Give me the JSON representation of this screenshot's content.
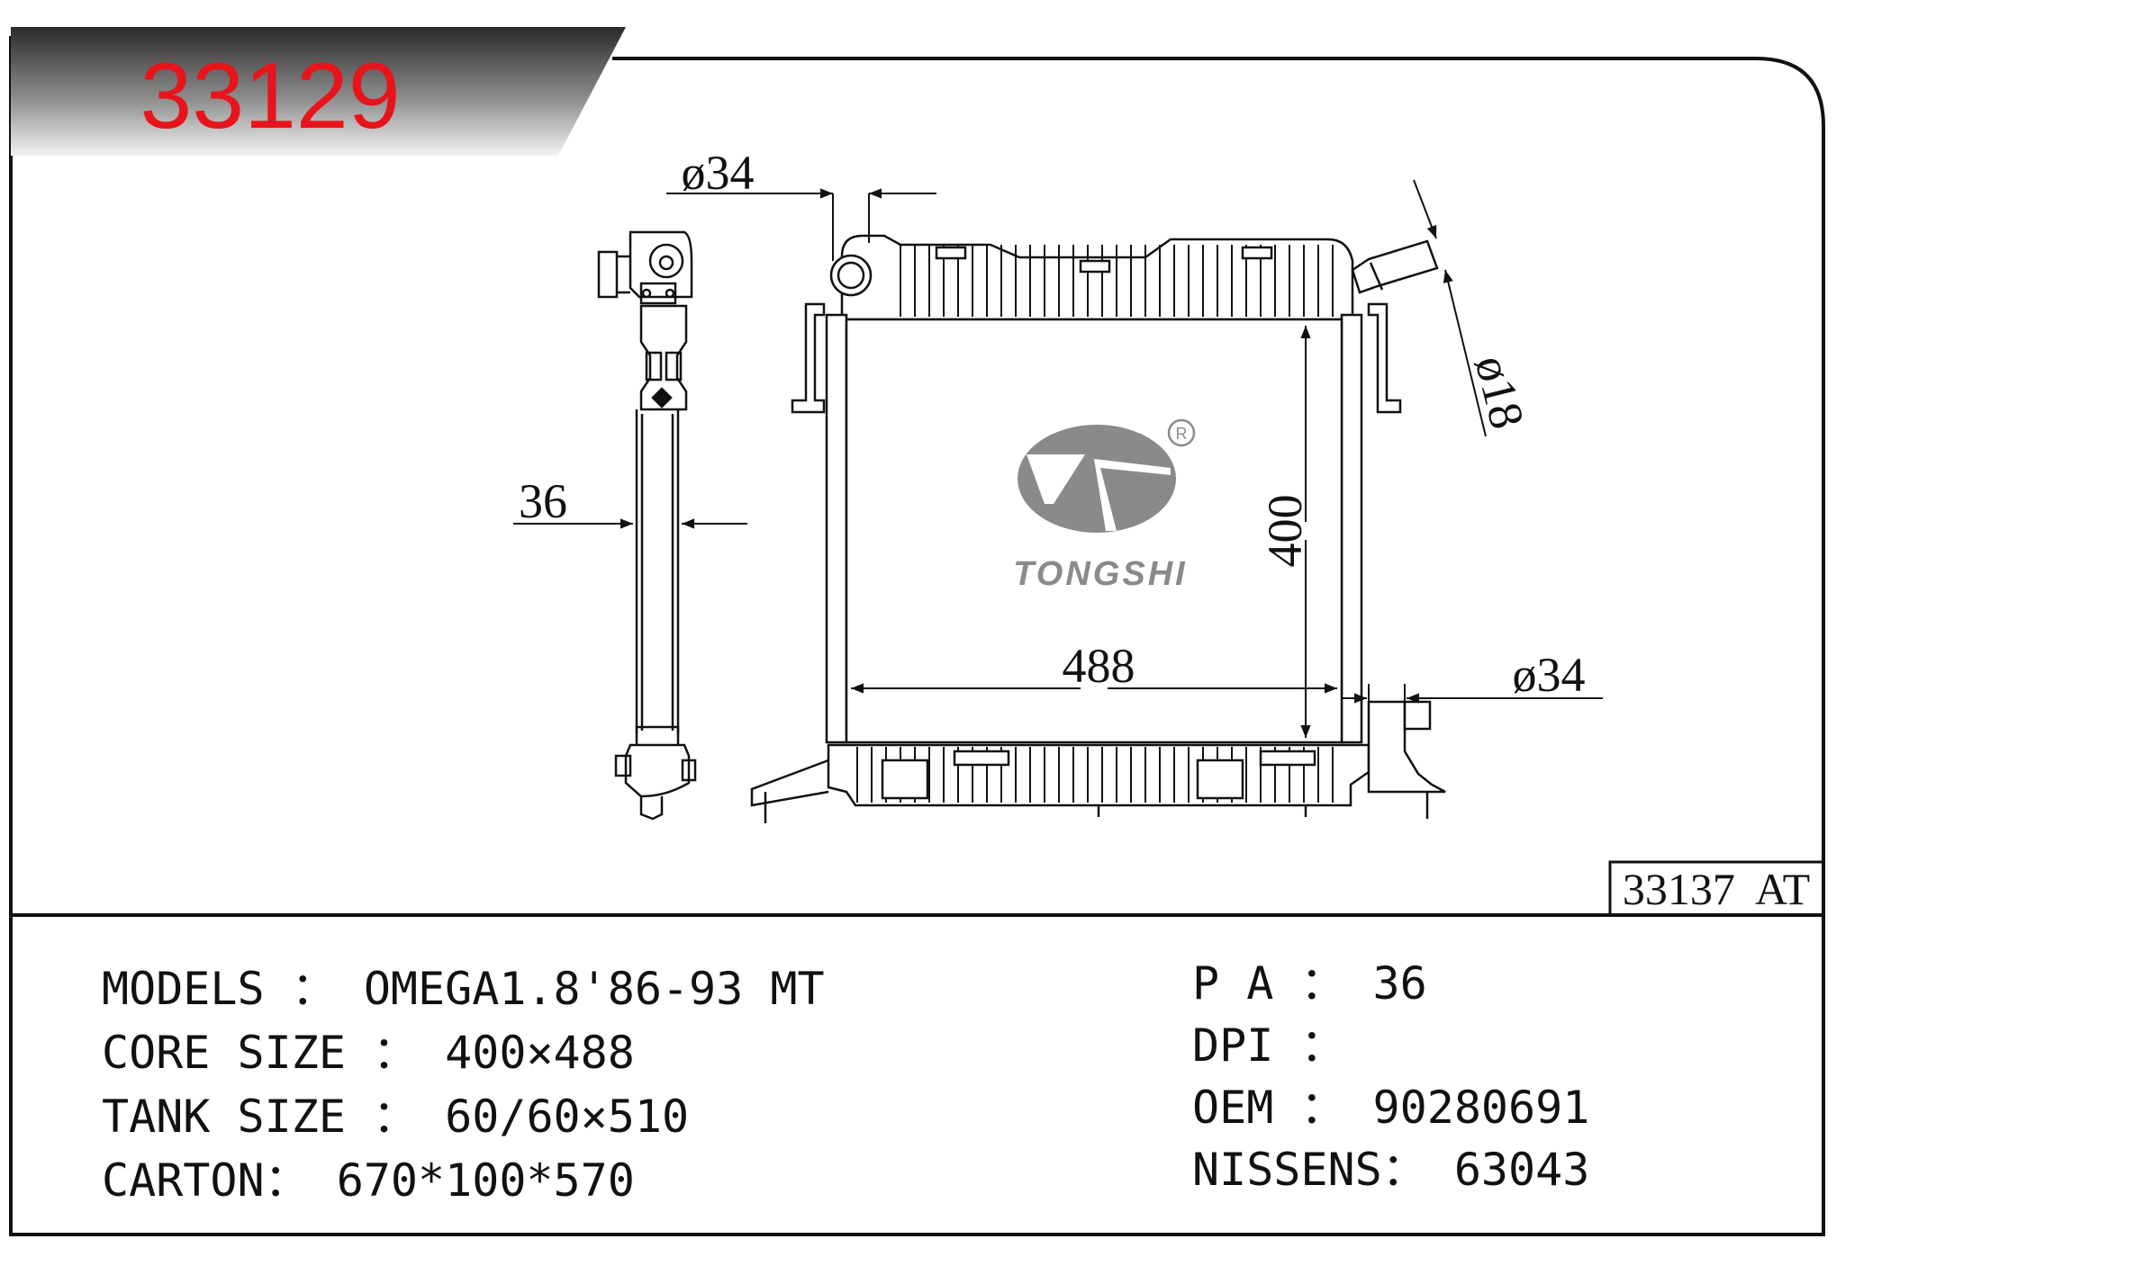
{
  "header": {
    "part_number": "33129"
  },
  "drawing": {
    "dimensions": {
      "inlet_diameter": "ø34",
      "outlet_diameter": "ø34",
      "filler_diameter": "ø18",
      "thickness": "36",
      "core_height": "400",
      "core_width": "488"
    },
    "logo": {
      "brand": "TONGSHI",
      "registered_mark": "R"
    },
    "variant_box": "33137  AT"
  },
  "specs_left": [
    {
      "label": "MODELS ： ",
      "value": "OMEGA1.8'86-93 MT"
    },
    {
      "label": "CORE SIZE ： ",
      "value": "400×488"
    },
    {
      "label": "TANK SIZE ： ",
      "value": "60/60×510"
    },
    {
      "label": "CARTON： ",
      "value": "670*100*570"
    }
  ],
  "specs_right": [
    {
      "label": "P A ： ",
      "value": "36"
    },
    {
      "label": "DPI ： ",
      "value": ""
    },
    {
      "label": "OEM ： ",
      "value": "90280691"
    },
    {
      "label": "NISSENS： ",
      "value": "63043"
    }
  ],
  "colors": {
    "part_number": "#e8141b",
    "banner_dark": "#3a3a3a",
    "line": "#111111",
    "logo": "#8a8a8a"
  }
}
